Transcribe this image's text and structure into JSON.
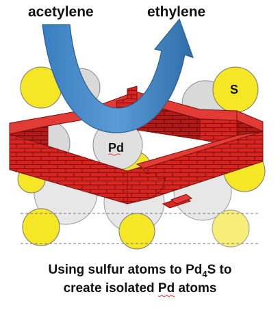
{
  "labels": {
    "reactant": "acetylene",
    "product": "ethylene",
    "sulfur": "S",
    "palladium": "Pd"
  },
  "caption": {
    "line1_pre": "Using sulfur atoms to Pd",
    "line1_sub": "4",
    "line1_post": "S to",
    "line2_pre": "create isolated ",
    "line2_pd": "Pd",
    "line2_post": " atoms"
  },
  "colors": {
    "sulfur": "#f5e626",
    "palladium": "#d9d9d9",
    "brick": "#d8241f",
    "arrow": "#2e75b6"
  }
}
